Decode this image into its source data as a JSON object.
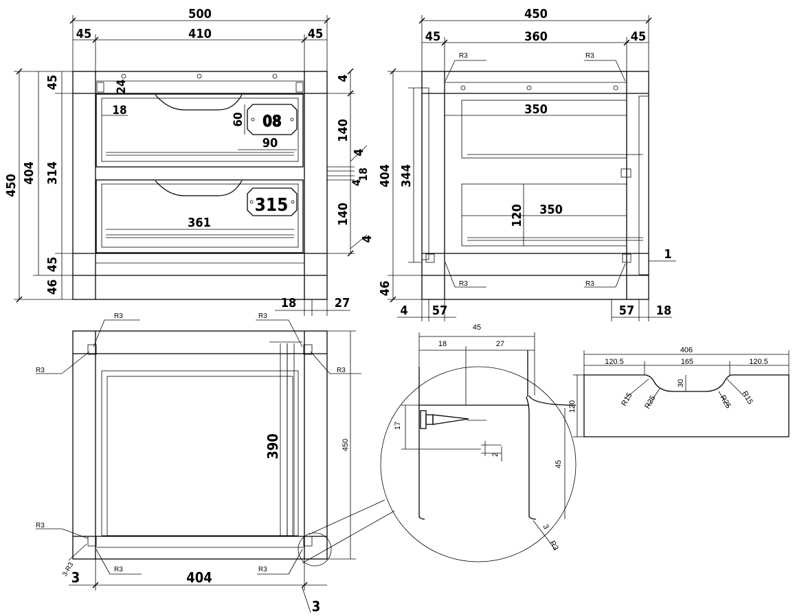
{
  "front_view": {
    "width_total": "500",
    "side_left": "45",
    "inner_width": "410",
    "side_right": "45",
    "height_total": "450",
    "height_body": "404",
    "height_inner": "314",
    "top_rail": "45",
    "bottom_rail": "45",
    "leg": "46",
    "dim_24": "24",
    "dim_18": "18",
    "dim_60": "60",
    "dim_90": "90",
    "gap_top": "4",
    "drawer_h1": "140",
    "gap_mid1": "4",
    "gap_mid2": "4",
    "mid_rail": "18",
    "drawer_h2": "140",
    "gap_bot": "4",
    "drawer_w": "361",
    "leg_d1": "18",
    "leg_d2": "27",
    "tag_top": "08",
    "tag_bottom": "315"
  },
  "side_view": {
    "width_total": "450",
    "side_left": "45",
    "inner_width": "360",
    "side_right": "45",
    "r3_labels": [
      "R3",
      "R3",
      "R3",
      "R3"
    ],
    "rail_top": "350",
    "rail_bottom": "350",
    "dim_120": "120",
    "height_body": "344",
    "height_total": "404",
    "leg": "46",
    "dim_4": "4",
    "dim_57_left": "57",
    "dim_57_right": "57",
    "dim_18": "18",
    "dim_1": "1"
  },
  "top_view": {
    "r3": "R3",
    "dim_390": "390",
    "dim_450": "450",
    "dim_404": "404",
    "dim_3_left": "3",
    "dim_3_right": "3",
    "dim_3r3": "3-R3"
  },
  "detail": {
    "dim_45": "45",
    "dim_18": "18",
    "dim_27": "27",
    "dim_17": "17",
    "dim_2": "2",
    "dim_45_v": "45",
    "r3": "R3",
    "dim_3": "3"
  },
  "handle_profile": {
    "total": "406",
    "left": "120.5",
    "center": "165",
    "right": "120.5",
    "height": "120",
    "depth": "30",
    "radii": [
      "R15",
      "R25",
      "R25",
      "R15"
    ]
  }
}
